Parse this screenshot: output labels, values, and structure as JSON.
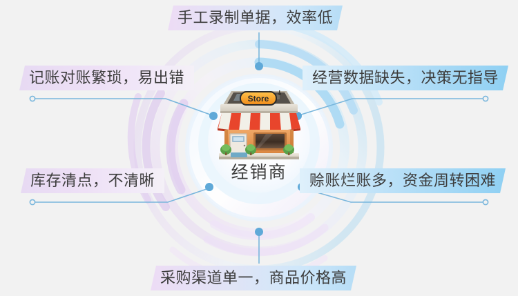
{
  "diagram": {
    "center": {
      "caption": "经销商",
      "icon": "store-front-icon",
      "sign_text": "Store"
    },
    "accent_colors": {
      "purple": "#e7daf3",
      "blue": "#8fd0f3",
      "line": "#7fb8dc",
      "dot_fill": "#5fa9d8",
      "text": "#3d3d3d",
      "background": "#f2f2f2"
    },
    "pain_points": [
      {
        "id": "top",
        "label": "手工录制单据，效率低"
      },
      {
        "id": "left1",
        "label": "记账对账繁琐，易出错"
      },
      {
        "id": "right1",
        "label": "经营数据缺失，决策无指导"
      },
      {
        "id": "left2",
        "label": "库存清点，不清晰"
      },
      {
        "id": "right2",
        "label": "赊账烂账多，资金周转困难"
      },
      {
        "id": "bottom",
        "label": "采购渠道单一，商品价格高"
      }
    ]
  }
}
